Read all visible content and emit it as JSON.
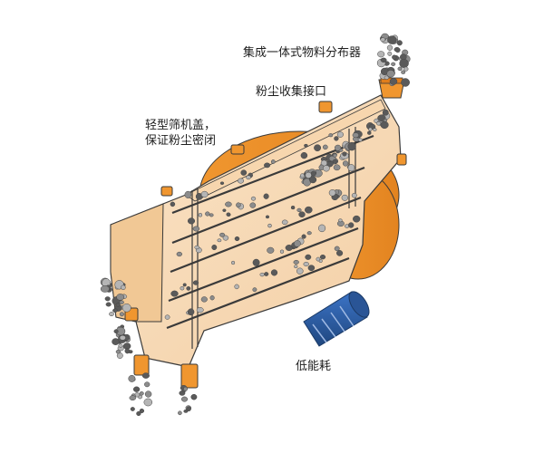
{
  "labels": {
    "integrated_distributor": "集成一体式物料分布器",
    "dust_collection_port": "粉尘收集接口",
    "light_cover_line1": "轻型筛机盖，",
    "light_cover_line2": "保证粉尘密闭",
    "low_energy": "低能耗"
  },
  "colors": {
    "body_orange": "#f2a35a",
    "body_light": "#fbd9b0",
    "shell_cream": "#f6dcc0",
    "outline": "#3a3a3a",
    "motor_blue": "#2f5fa8",
    "rock_grey": "#8c8c8c",
    "rock_dark": "#555555"
  },
  "icons": {
    "distributor": "feed-hopper-icon",
    "motor": "vibration-motor-icon"
  }
}
